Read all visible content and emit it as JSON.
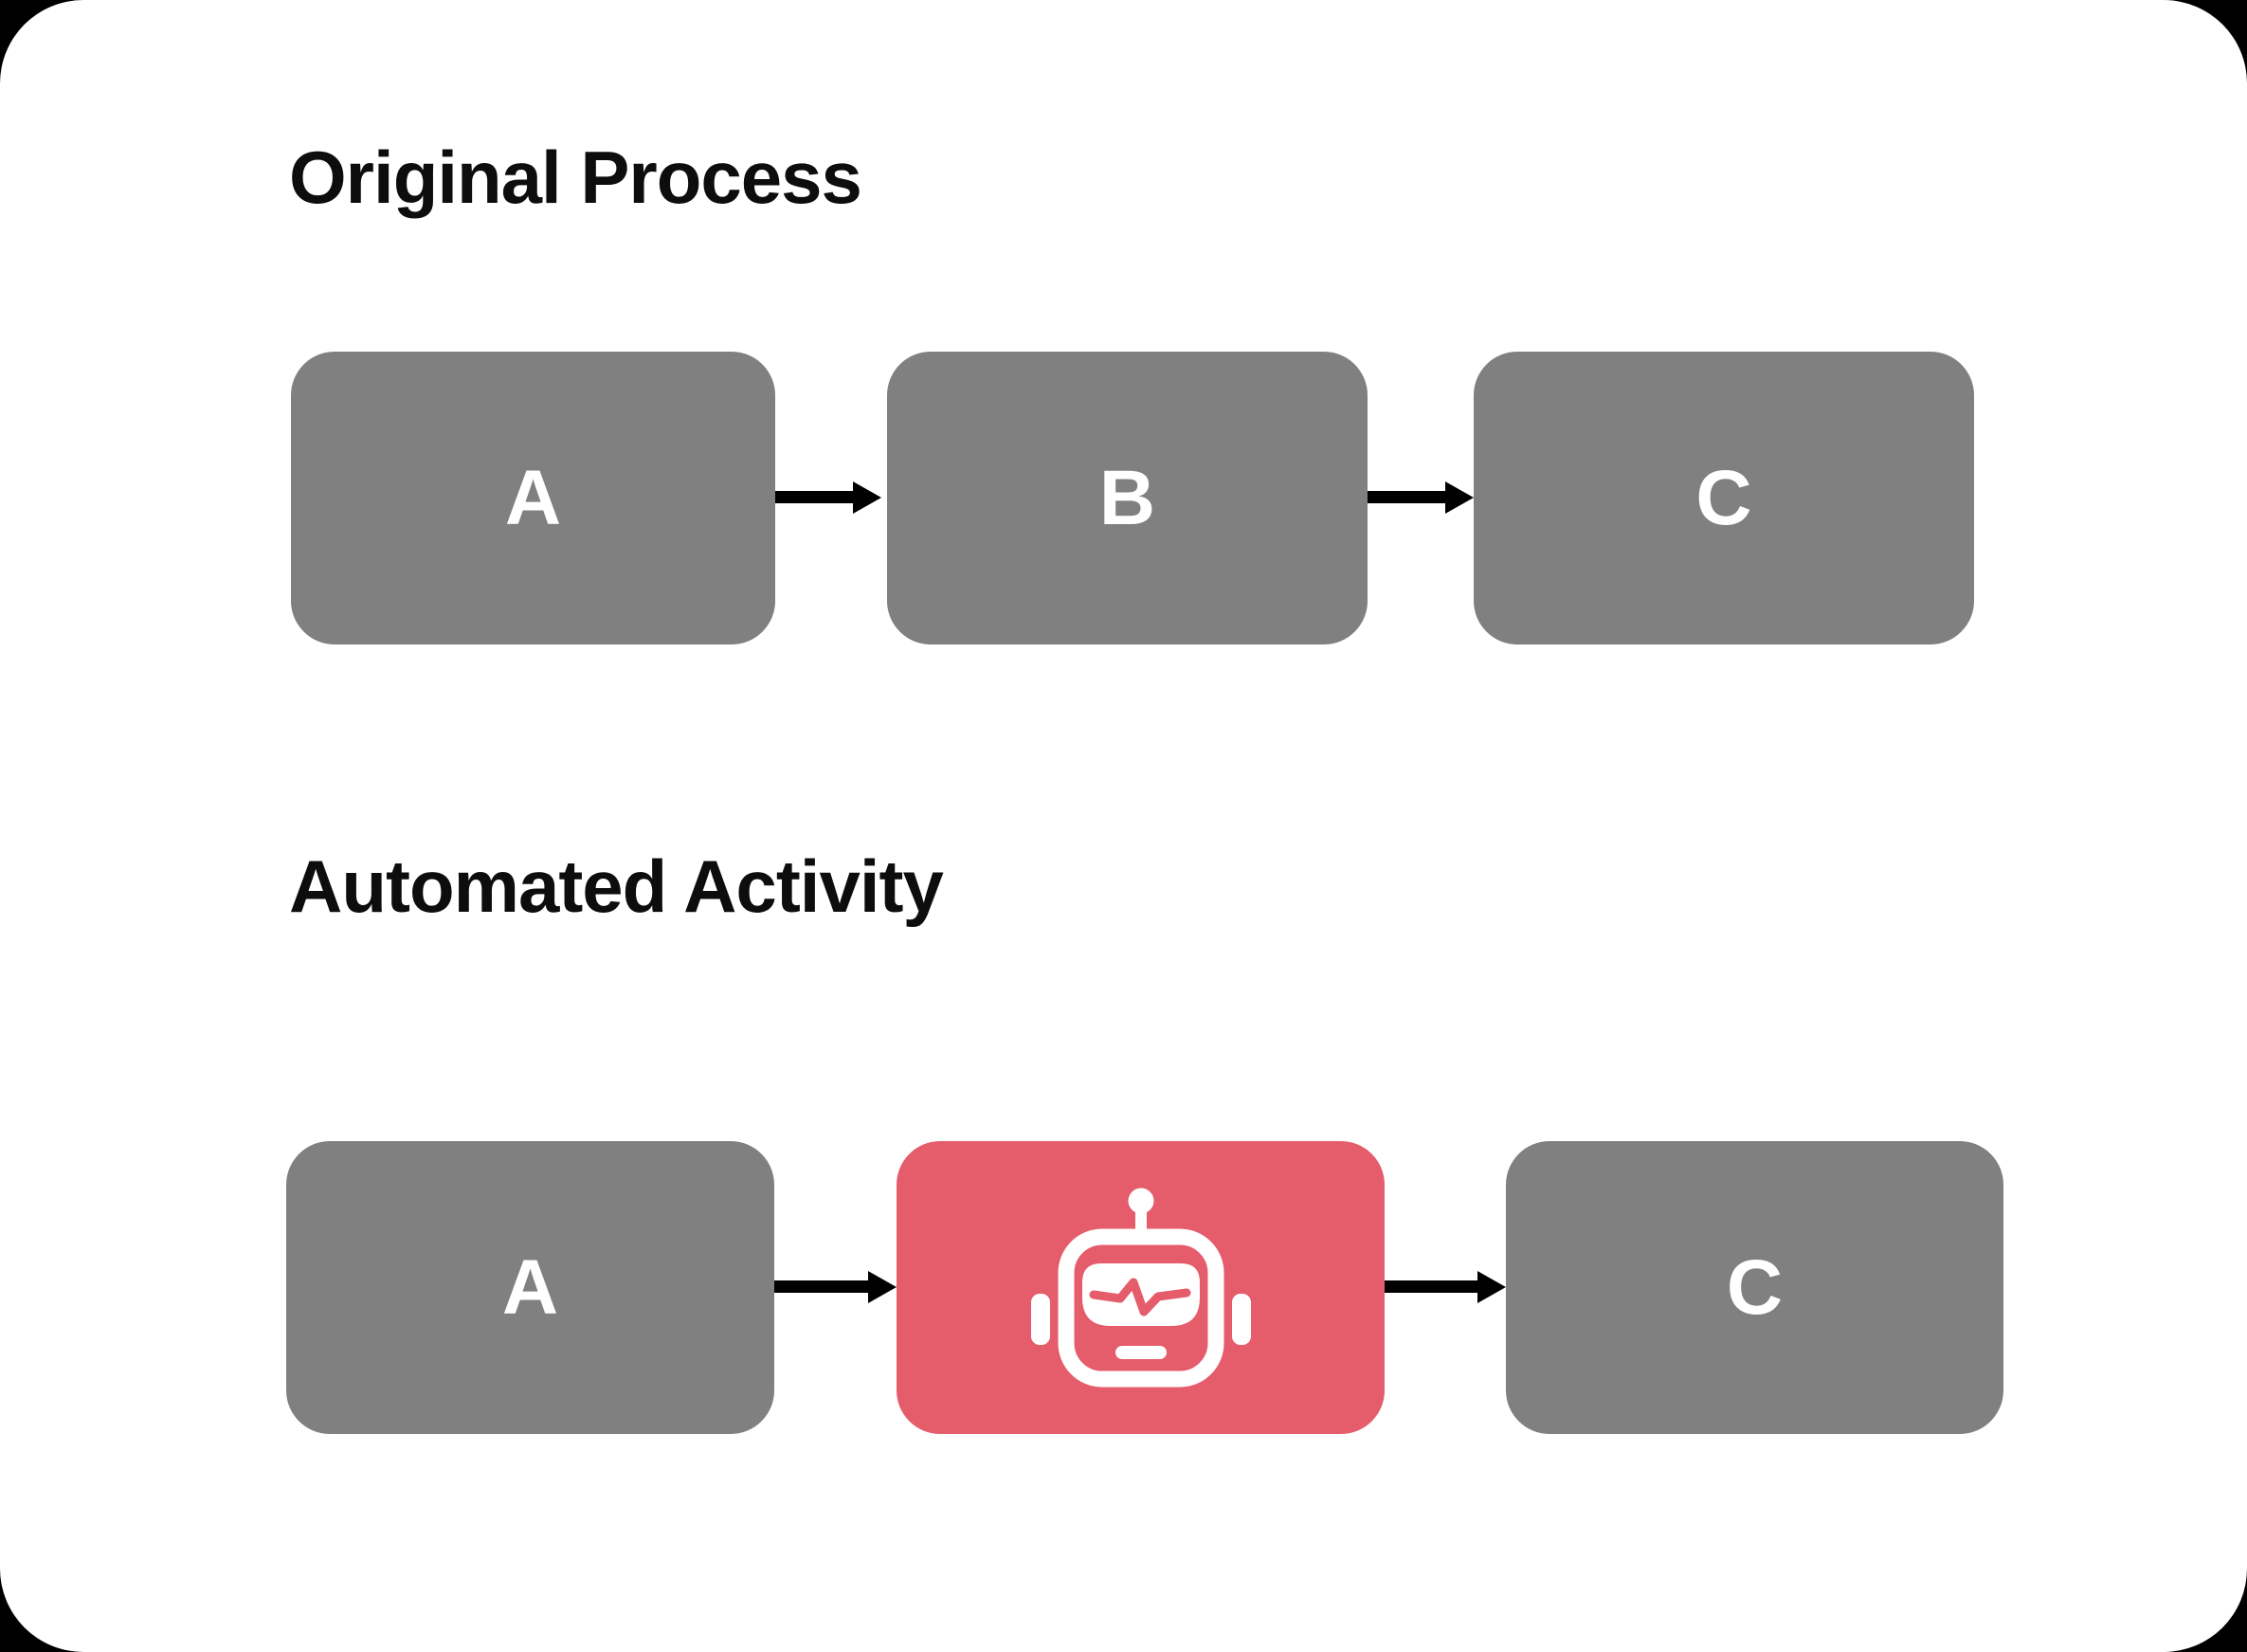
{
  "colors": {
    "background": "#000000",
    "card": "#ffffff",
    "node_gray": "#808080",
    "node_red": "#E55C6B",
    "node_label": "#ffffff",
    "title_text": "#0d0d0d",
    "arrow": "#000000"
  },
  "diagram": {
    "sections": [
      {
        "title": "Original Process",
        "nodes": [
          {
            "label": "A",
            "type": "default"
          },
          {
            "label": "B",
            "type": "default"
          },
          {
            "label": "C",
            "type": "default"
          }
        ],
        "edges": [
          {
            "from": "A",
            "to": "B"
          },
          {
            "from": "B",
            "to": "C"
          }
        ]
      },
      {
        "title": "Automated Activity",
        "nodes": [
          {
            "label": "A",
            "type": "default"
          },
          {
            "label": "",
            "type": "automated",
            "icon": "robot-icon"
          },
          {
            "label": "C",
            "type": "default"
          }
        ],
        "edges": [
          {
            "from": "A",
            "to": "automated-step"
          },
          {
            "from": "automated-step",
            "to": "C"
          }
        ]
      }
    ]
  }
}
